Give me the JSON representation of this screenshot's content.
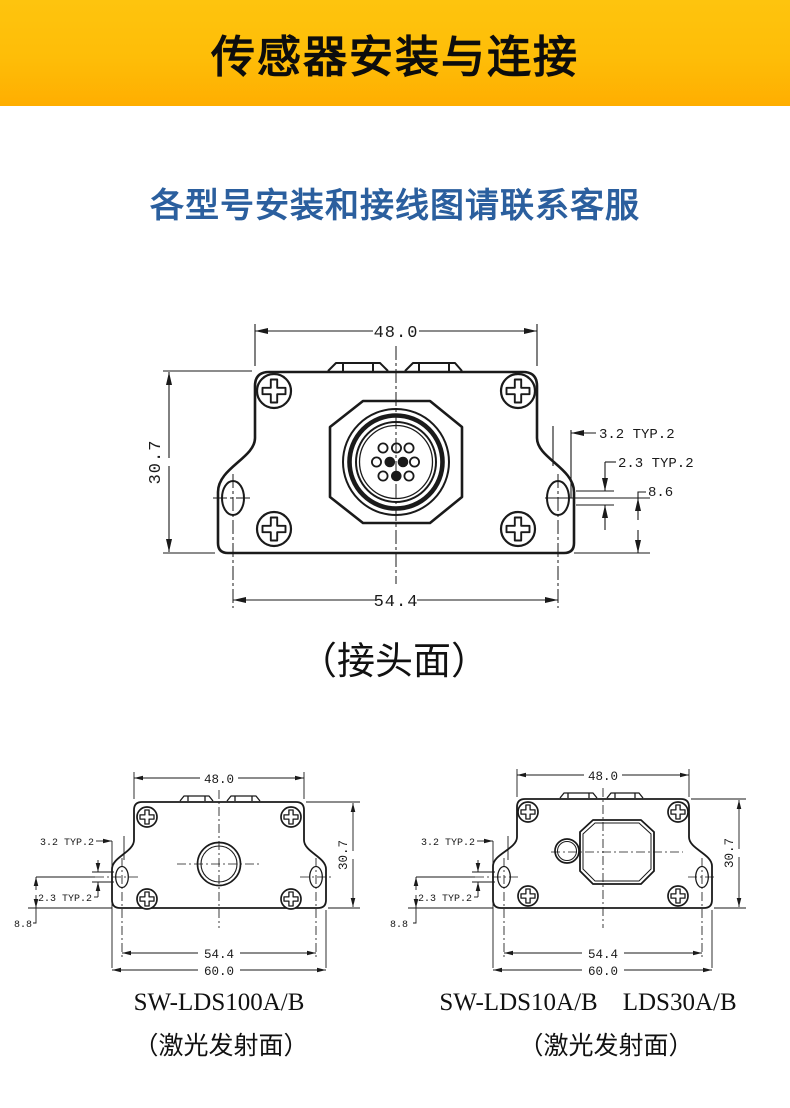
{
  "header": {
    "title": "传感器安装与连接"
  },
  "notice": {
    "text": "各型号安装和接线图请联系客服"
  },
  "colors": {
    "band_top": "#FEC40E",
    "band_bottom": "#FFAE00",
    "notice_blue": "#2B5F9E",
    "line_ink": "#1A1A1A"
  },
  "connector_view": {
    "caption": "（接头面）",
    "dim_top_width": "48.0",
    "dim_height": "30.7",
    "dim_hole_span": "54.4",
    "dim_ear_offset": "3.2 TYP.2",
    "dim_slot_width": "2.3 TYP.2",
    "dim_slot_to_base": "8.6"
  },
  "emitter_view_left": {
    "model": "SW-LDS100A/B",
    "caption": "（激光发射面）",
    "dim_top_width": "48.0",
    "dim_height": "30.7",
    "dim_hole_span": "54.4",
    "dim_base_width": "60.0",
    "dim_ear_offset": "3.2 TYP.2",
    "dim_slot_width": "2.3 TYP.2",
    "dim_slot_to_base": "8.8"
  },
  "emitter_view_right": {
    "model": "SW-LDS10A/B　LDS30A/B",
    "caption": "（激光发射面）",
    "dim_top_width": "48.0",
    "dim_height": "30.7",
    "dim_hole_span": "54.4",
    "dim_base_width": "60.0",
    "dim_ear_offset": "3.2 TYP.2",
    "dim_slot_width": "2.3 TYP.2",
    "dim_slot_to_base": "8.8"
  }
}
